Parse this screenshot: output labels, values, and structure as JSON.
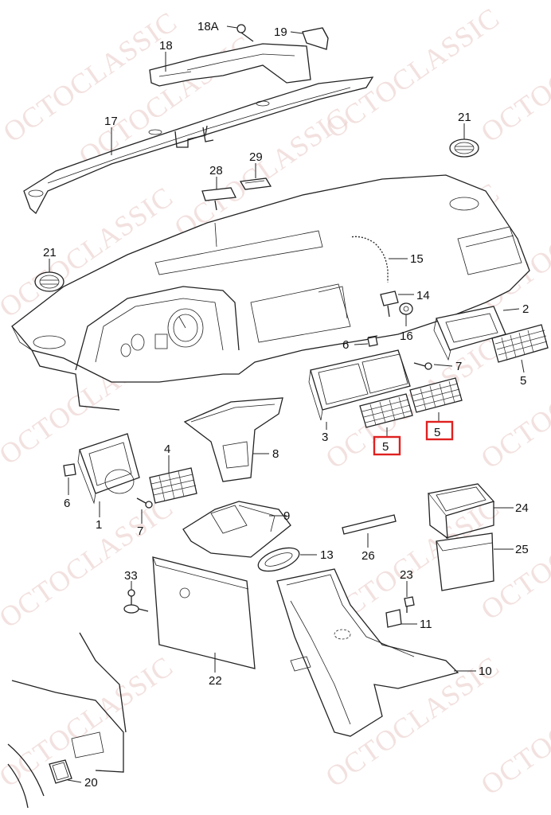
{
  "watermark": "OCTOCLASSIC",
  "highlight_color": "#e02020",
  "labels": {
    "p18a": "18A",
    "p19": "19",
    "p18": "18",
    "p17": "17",
    "p21a": "21",
    "p21b": "21",
    "p28": "28",
    "p29": "29",
    "p15": "15",
    "p14": "14",
    "p16": "16",
    "p2": "2",
    "p6a": "6",
    "p7a": "7",
    "p5a": "5",
    "p5b": "5",
    "p5c": "5",
    "p3": "3",
    "p4": "4",
    "p8": "8",
    "p6b": "6",
    "p1": "1",
    "p7b": "7",
    "p9": "9",
    "p24": "24",
    "p25": "25",
    "p26": "26",
    "p13": "13",
    "p33": "33",
    "p23": "23",
    "p11": "11",
    "p22": "22",
    "p10": "10",
    "p20": "20"
  }
}
